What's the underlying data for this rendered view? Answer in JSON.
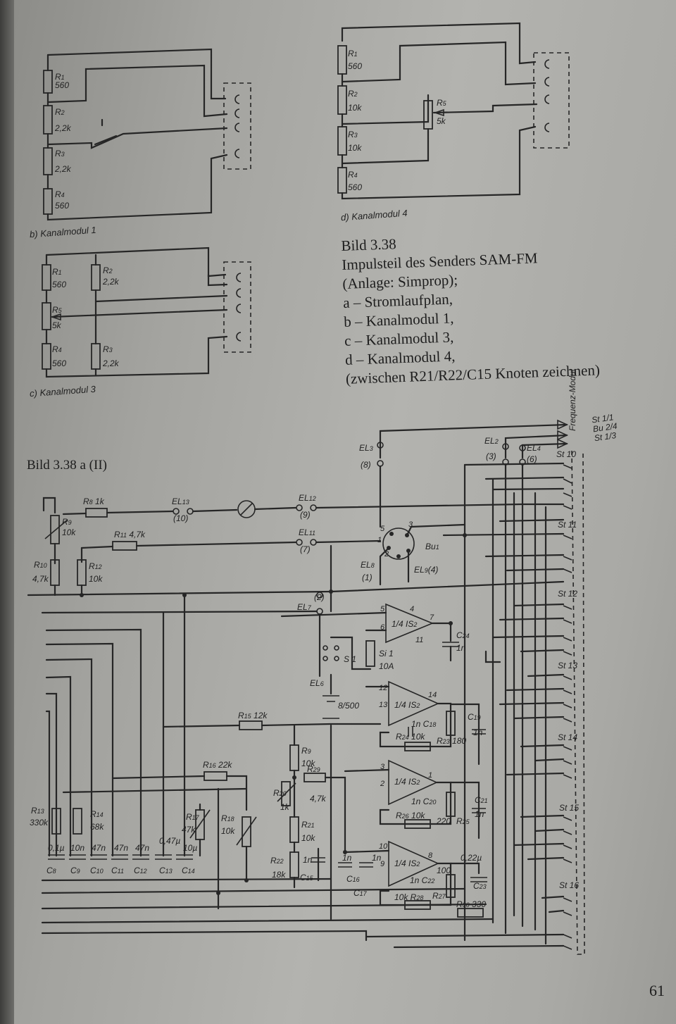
{
  "caption": {
    "lines": [
      "Bild 3.38",
      "Impulsteil des Senders SAM-FM",
      "(Anlage: Simprop);",
      "a – Stromlaufplan,",
      "b – Kanalmodul 1,",
      "c – Kanalmodul 3,",
      "d – Kanalmodul 4,",
      "(zwischen R21/R22/C15 Knoten zeichnen)"
    ]
  },
  "subfigures": {
    "b": "b) Kanalmodul 1",
    "c": "c) Kanalmodul 3",
    "d": "d) Kanalmodul 4"
  },
  "figure_label": "Bild 3.38 a (II)",
  "page_number": "61",
  "schematic_b": {
    "resistors": [
      {
        "name": "R1",
        "value": "560"
      },
      {
        "name": "R2",
        "value": "2,2k"
      },
      {
        "name": "R3",
        "value": "2,2k"
      },
      {
        "name": "R4",
        "value": "560"
      }
    ]
  },
  "schematic_c": {
    "resistors": [
      {
        "name": "R1",
        "value": "560"
      },
      {
        "name": "R2",
        "value": "2,2k"
      },
      {
        "name": "R5",
        "value": "5k"
      },
      {
        "name": "R4",
        "value": "560"
      },
      {
        "name": "R3",
        "value": "2,2k"
      }
    ]
  },
  "schematic_d": {
    "resistors": [
      {
        "name": "R1",
        "value": "560"
      },
      {
        "name": "R2",
        "value": "10k"
      },
      {
        "name": "R5",
        "value": "5k"
      },
      {
        "name": "R3",
        "value": "10k"
      },
      {
        "name": "R4",
        "value": "560"
      }
    ]
  },
  "main": {
    "module_label": "Frequenz-Modul",
    "outputs": [
      "St 1/1",
      "Bu 2/4",
      "St 1/3"
    ],
    "connectors": [
      "St 10",
      "St 11",
      "St 12",
      "St 13",
      "St 14",
      "St 15",
      "St 16"
    ],
    "labels": [
      "R8 1k",
      "R9 10k",
      "R10 4,7k",
      "R11 4,7k",
      "R12 10k",
      "EL13 (10)",
      "EL12 (9)",
      "EL11 (7)",
      "EL3 (8)",
      "EL2 (3)",
      "EL4 (6)",
      "EL8 (1)",
      "EL9 (4)",
      "EL7",
      "EL6",
      "Bu1",
      "1/4 IS2",
      "C24 1n",
      "S1",
      "Si 1 10A",
      "8/500",
      "R15 12k",
      "C18 1n",
      "R24 10k",
      "R23 180",
      "C19 1n",
      "R9 10k",
      "R29 4,7k",
      "R20 1k",
      "R21 10k",
      "R22 18k",
      "C15 1n",
      "C20 1n",
      "R26 10k",
      "220",
      "R25",
      "C21 1n",
      "C16 1n",
      "C17 1n",
      "C22 1n",
      "0,22µ",
      "C23",
      "100",
      "R28 10k",
      "R27",
      "R30 330",
      "R16 22k",
      "R17 47k",
      "R18 10k",
      "R13 330k",
      "R14 68k",
      "C8 0,1µ",
      "C9 10n",
      "C10 47n",
      "C11 47n",
      "C12 47n",
      "C13 0,47µ",
      "C14 10µ"
    ]
  }
}
